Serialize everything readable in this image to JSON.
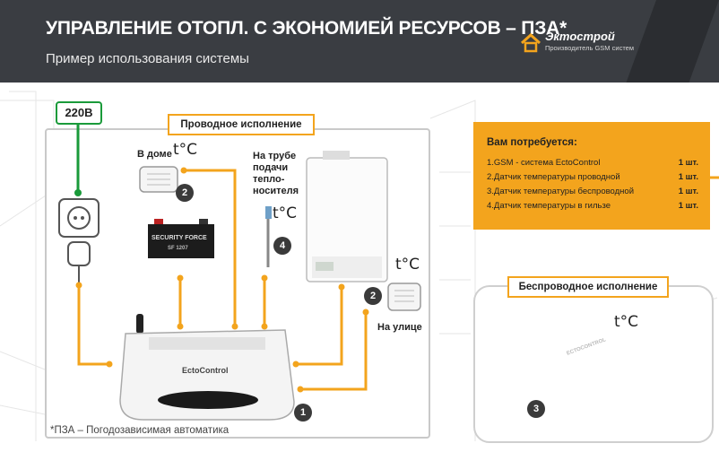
{
  "header": {
    "title": "УПРАВЛЕНИЕ ОТОПЛ. С ЭКОНОМИЕЙ РЕСУРСОВ – ПЗА*",
    "subtitle": "Пример использования системы"
  },
  "brand": {
    "name": "Эктострой",
    "tagline": "Производитель GSM систем"
  },
  "power_label": "220В",
  "wired": {
    "label": "Проводное исполнение",
    "sensor_home_label": "В доме",
    "sensor_pipe_label": "На трубе подачи тепло-носителя",
    "sensor_outdoor_label": "На улице",
    "tc_symbol": "t°C",
    "badges": {
      "controller": "1",
      "sensor_home": "2",
      "sensor_outdoor": "2",
      "sensor_pipe": "4"
    },
    "battery_brand": "SECURITY FORCE",
    "battery_model": "SF 1207",
    "controller_brand": "EctoControl"
  },
  "need": {
    "title": "Вам потребуется:",
    "items": [
      {
        "name": "1.GSM - система EctoControl",
        "qty": "1 шт."
      },
      {
        "name": "2.Датчик температуры проводной",
        "qty": "1 шт."
      },
      {
        "name": "3.Датчик температуры беспроводной",
        "qty": "1 шт."
      },
      {
        "name": "4.Датчик температуры в гильзе",
        "qty": "1 шт."
      }
    ]
  },
  "wireless": {
    "label": "Беспроводное исполнение",
    "tc_symbol": "t°C",
    "badge": "3",
    "device_text": "ECTOCONTROL"
  },
  "footnote": "*ПЗА – Погодозависимая автоматика",
  "colors": {
    "header_bg": "#3a3d42",
    "accent": "#f3a41d",
    "power_green": "#1a9a3a"
  }
}
